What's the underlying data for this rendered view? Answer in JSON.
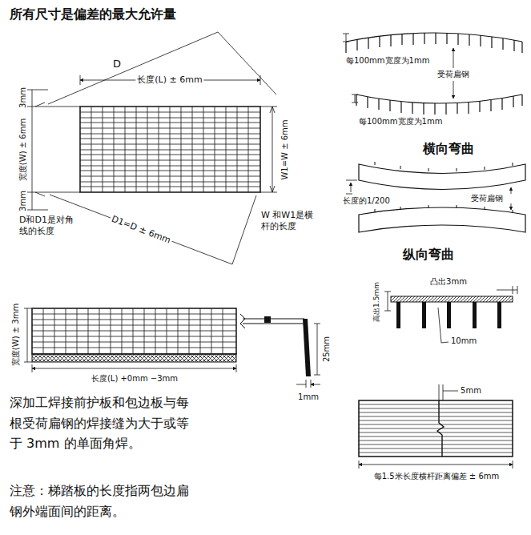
{
  "diagram": {
    "title": "所有尺寸是偏差的最大允许量",
    "labels": [
      "长度(L) ± 6mm",
      "D",
      "3mm",
      "宽度(W) ± 6mm",
      "3mm",
      "W1=W ± 6mm",
      "D和D1是对角线的长度",
      "D1=D ± 6mm",
      "W 和W1是横杆的长度",
      "每100mm宽度为1mm",
      "受荷扁钢",
      "每100mm宽度为1mm",
      "横向弯曲",
      "长度的1/200",
      "受荷扁钢",
      "纵向弯曲",
      "凸出3mm",
      "高出1.5mm",
      "10mm",
      "宽度(W) ± 3mm",
      "长度(L) +0mm −3mm",
      "25mm",
      "1mm",
      "5mm",
      "每1.5米长度横杆距离偏差 ± 6mm",
      "深加工焊接前护板和包边板与每根受荷扁钢的焊接缝为大于或等于 3mm 的单面角焊。",
      "注意：梯踏板的长度指两包边扁钢外端面间的距离。"
    ]
  }
}
